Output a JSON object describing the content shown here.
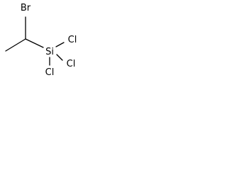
{
  "molecule": {
    "atoms": {
      "bromine": "Br",
      "silicon": "Si",
      "chlorine_top": "Cl",
      "chlorine_right": "Cl",
      "chlorine_bottom": "Cl"
    }
  },
  "colors": {
    "bond": "#000000",
    "label": "#000000",
    "background": "#ffffff"
  }
}
